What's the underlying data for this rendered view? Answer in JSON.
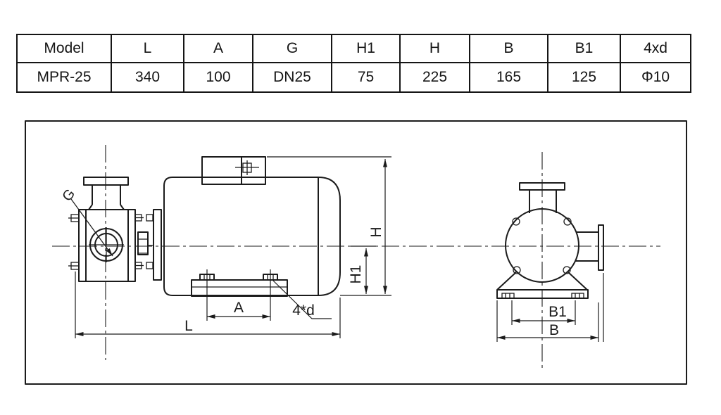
{
  "spec_table": {
    "headers": [
      "Model",
      "L",
      "A",
      "G",
      "H1",
      "H",
      "B",
      "B1",
      "4xd"
    ],
    "row": [
      "MPR-25",
      "340",
      "100",
      "DN25",
      "75",
      "225",
      "165",
      "125",
      "Φ10"
    ]
  },
  "drawing": {
    "labels": {
      "g": "G",
      "h": "H",
      "h1": "H1",
      "a": "A",
      "four_d": "4*d",
      "l": "L",
      "b1": "B1",
      "b": "B"
    },
    "line_color": "#1b1b1b",
    "background": "#ffffff"
  }
}
